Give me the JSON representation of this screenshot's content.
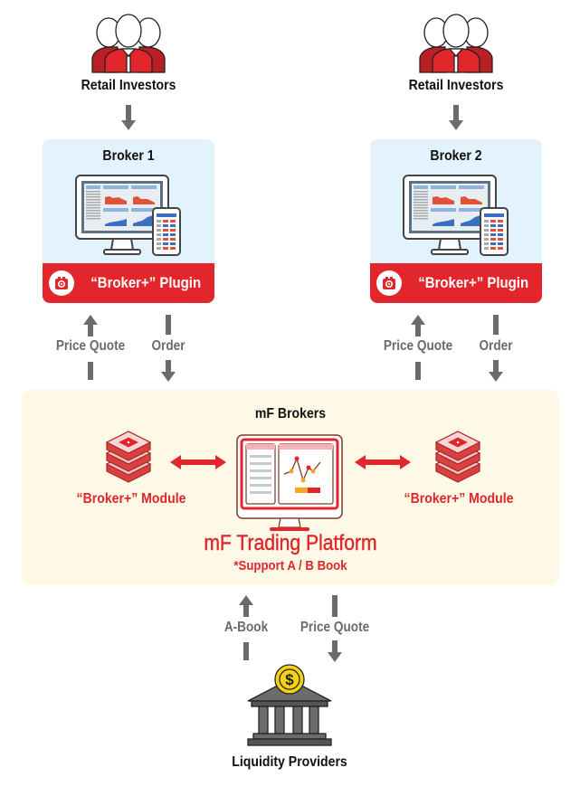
{
  "colors": {
    "brand_red": "#e3262b",
    "broker_bg": "#e3f3fd",
    "mf_bg": "#fef9e6",
    "arrow_gray": "#6b6b6b"
  },
  "investors": [
    {
      "label": "Retail Investors",
      "icon": "people-group-icon"
    },
    {
      "label": "Retail Investors",
      "icon": "people-group-icon"
    }
  ],
  "brokers": [
    {
      "title": "Broker 1",
      "plugin_label": "“Broker+” Plugin",
      "icon": "monitor-mobile-icon"
    },
    {
      "title": "Broker 2",
      "plugin_label": "“Broker+” Plugin",
      "icon": "monitor-mobile-icon"
    }
  ],
  "broker_flows": [
    {
      "up_label": "Price Quote",
      "down_label": "Order"
    },
    {
      "up_label": "Price Quote",
      "down_label": "Order"
    }
  ],
  "mf": {
    "title": "mF Brokers",
    "module_left": "“Broker+” Module",
    "module_right": "“Broker+” Module",
    "platform_name": "mF Trading Platform",
    "platform_note": "*Support A / B Book"
  },
  "lp_flows": {
    "up_label": "A-Book",
    "down_label": "Price Quote"
  },
  "liquidity": {
    "label": "Liquidity Providers",
    "icon": "bank-dollar-icon"
  }
}
